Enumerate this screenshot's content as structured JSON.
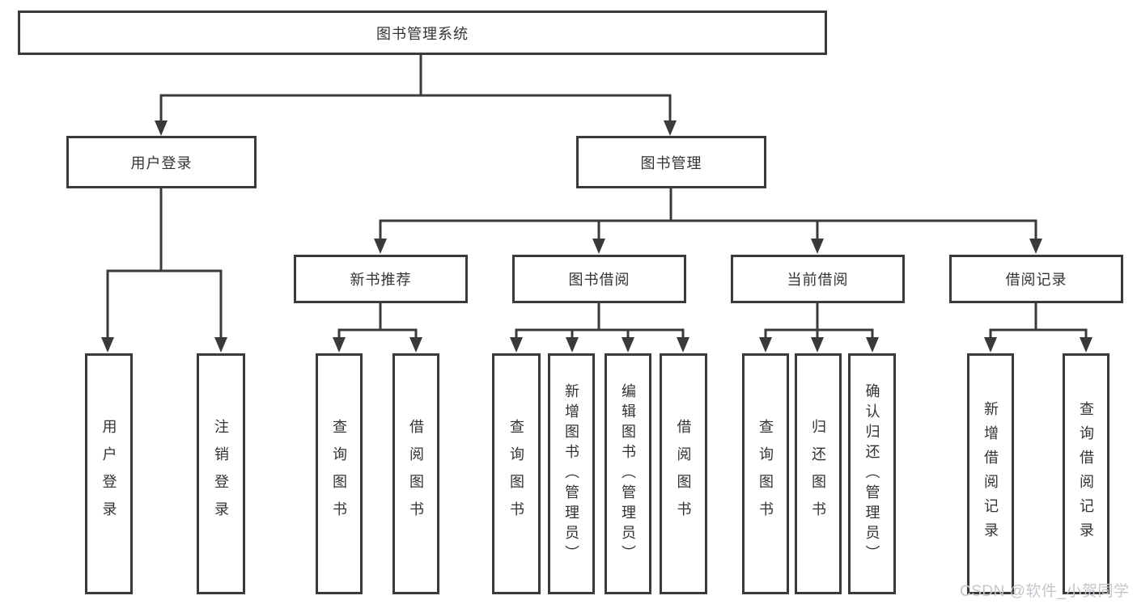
{
  "diagram": {
    "root": {
      "label": "图书管理系统"
    },
    "level2": {
      "user_login": {
        "label": "用户登录"
      },
      "book_mgmt": {
        "label": "图书管理"
      }
    },
    "level3": {
      "new_book": {
        "label": "新书推荐"
      },
      "book_borrow": {
        "label": "图书借阅"
      },
      "current_borrow": {
        "label": "当前借阅"
      },
      "borrow_record": {
        "label": "借阅记录"
      }
    },
    "leaves": {
      "user_login": {
        "label": "用户登录"
      },
      "logout": {
        "label": "注销登录"
      },
      "nb_query": {
        "label": "查询图书"
      },
      "nb_borrow": {
        "label": "借阅图书"
      },
      "bb_query": {
        "label": "查询图书"
      },
      "bb_add": {
        "label": "新增图书（管理员）"
      },
      "bb_edit": {
        "label": "编辑图书（管理员）"
      },
      "bb_borrow": {
        "label": "借阅图书"
      },
      "cb_query": {
        "label": "查询图书"
      },
      "cb_return": {
        "label": "归还图书"
      },
      "cb_confirm": {
        "label": "确认归还（管理员）"
      },
      "br_add": {
        "label": "新增借阅记录"
      },
      "br_query": {
        "label": "查询借阅记录"
      }
    },
    "watermark": "CSDN @软件_小贺同学",
    "colors": {
      "line": "#3a3a3a",
      "border": "#3a3a3a",
      "text": "#333333",
      "background": "#ffffff",
      "watermark": "#c3c6cb"
    }
  }
}
